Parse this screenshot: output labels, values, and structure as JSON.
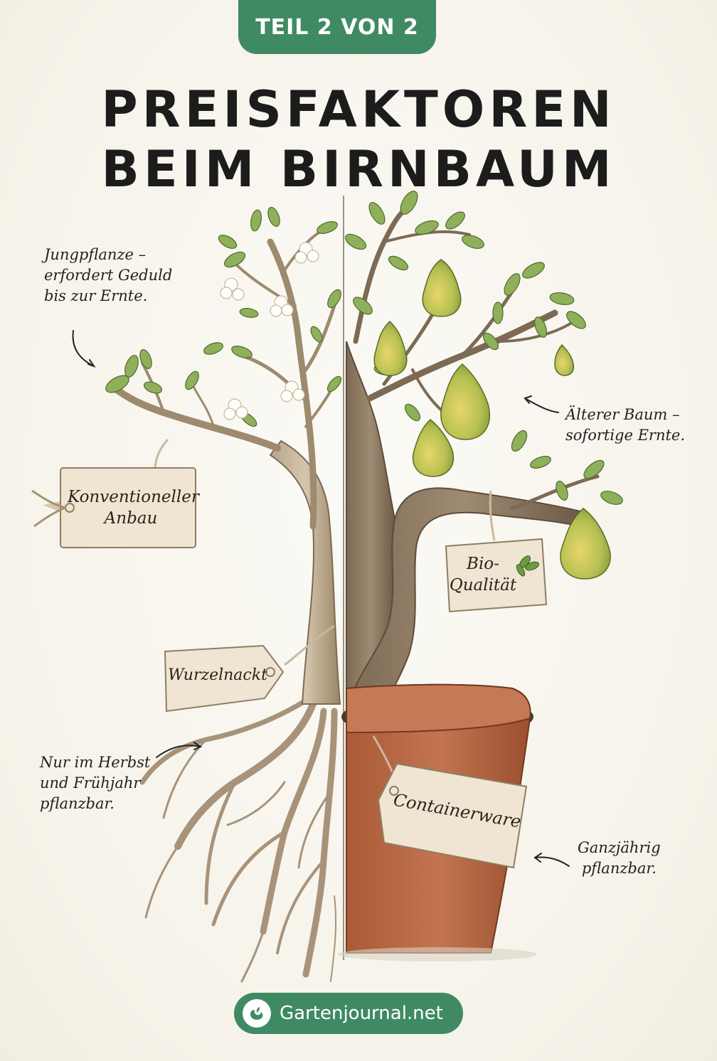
{
  "header": {
    "badge": "TEIL 2 VON 2",
    "title_line1": "PREISFAKTOREN",
    "title_line2": "BEIM BIRNBAUM"
  },
  "left_notes": {
    "young_plant": "Jungpflanze –\nerfordert Geduld\nbis zur Ernte.",
    "planting_time": "Nur im Herbst\nund Frühjahr\npflanzbar."
  },
  "right_notes": {
    "older_tree": "Älterer Baum –\nsofortige Ernte.",
    "year_round": "Ganzjährig\npflanzbar."
  },
  "tags": {
    "conventional": "Konventioneller\nAnbau",
    "bare_root": "Wurzelnackt",
    "organic": "Bio-\nQualität",
    "container": "Containerware"
  },
  "footer": {
    "site": "Gartenjournal.net"
  },
  "colors": {
    "brand_green": "#3f8a63",
    "pot_terracotta": "#b8653f",
    "pear_green": "#a9b84a",
    "leaf_green": "#7fa24e",
    "bark_brown": "#8a7258",
    "tag_wood": "#efe5d2"
  }
}
